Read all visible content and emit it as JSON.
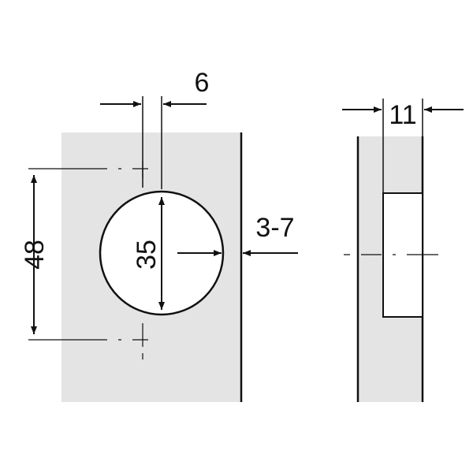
{
  "colors": {
    "background": "#ffffff",
    "panel": "#e4e4e4",
    "line": "#111111"
  },
  "dimensions": {
    "offset_width": "6",
    "hole_diameter": "35",
    "hole_spacing": "48",
    "edge_distance": "3-7",
    "drill_depth": "11"
  }
}
